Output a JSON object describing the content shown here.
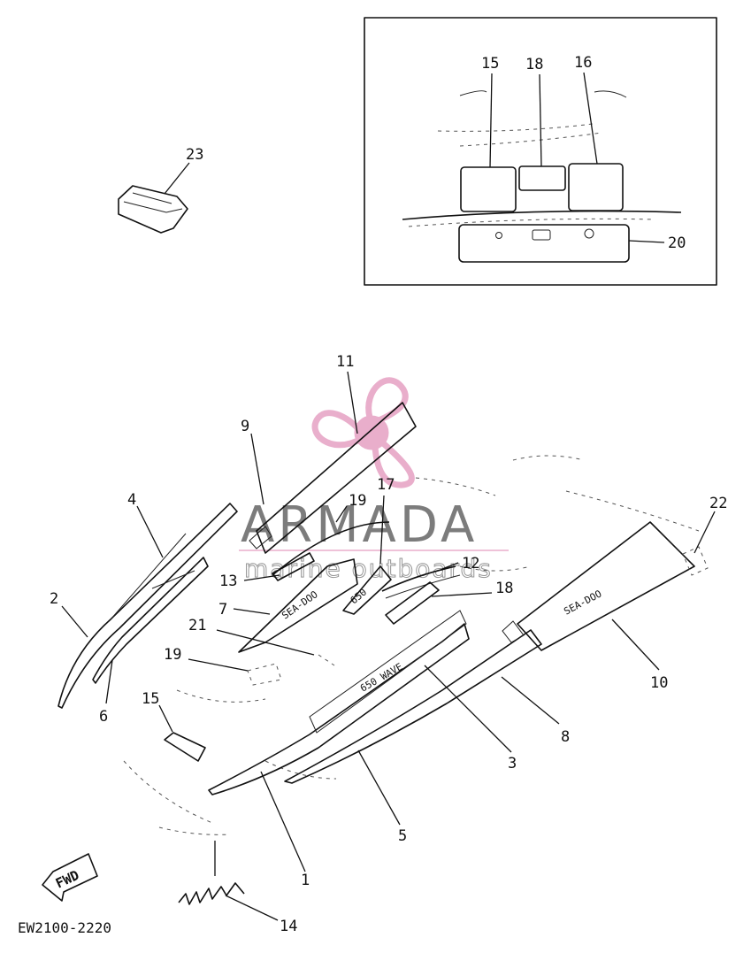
{
  "diagram": {
    "drawing_code": "EW2100-2220",
    "fwd_label": "FWD",
    "watermark": {
      "title": "ARMADA",
      "subtitle": "marine outboards",
      "logo": "pink-propeller-logo"
    },
    "callouts": [
      "1",
      "2",
      "3",
      "4",
      "5",
      "6",
      "7",
      "8",
      "9",
      "10",
      "11",
      "12",
      "13",
      "14",
      "15",
      "16",
      "17",
      "18",
      "19",
      "20",
      "21",
      "22",
      "23"
    ],
    "labels": {
      "c1": "1",
      "c2": "2",
      "c3": "3",
      "c4": "4",
      "c5": "5",
      "c6": "6",
      "c7": "7",
      "c8": "8",
      "c9": "9",
      "c10": "10",
      "c11": "11",
      "c12": "12",
      "c13": "13",
      "c14": "14",
      "c15": "15",
      "c15b": "15",
      "c16": "16",
      "c17": "17",
      "c18": "18",
      "c18b": "18",
      "c19": "19",
      "c19b": "19",
      "c20": "20",
      "c21": "21",
      "c22": "22",
      "c23": "23"
    },
    "colors": {
      "line": "#111111",
      "watermark_pink": "#e7a6c6",
      "watermark_gray": "#6e6e6e"
    }
  }
}
